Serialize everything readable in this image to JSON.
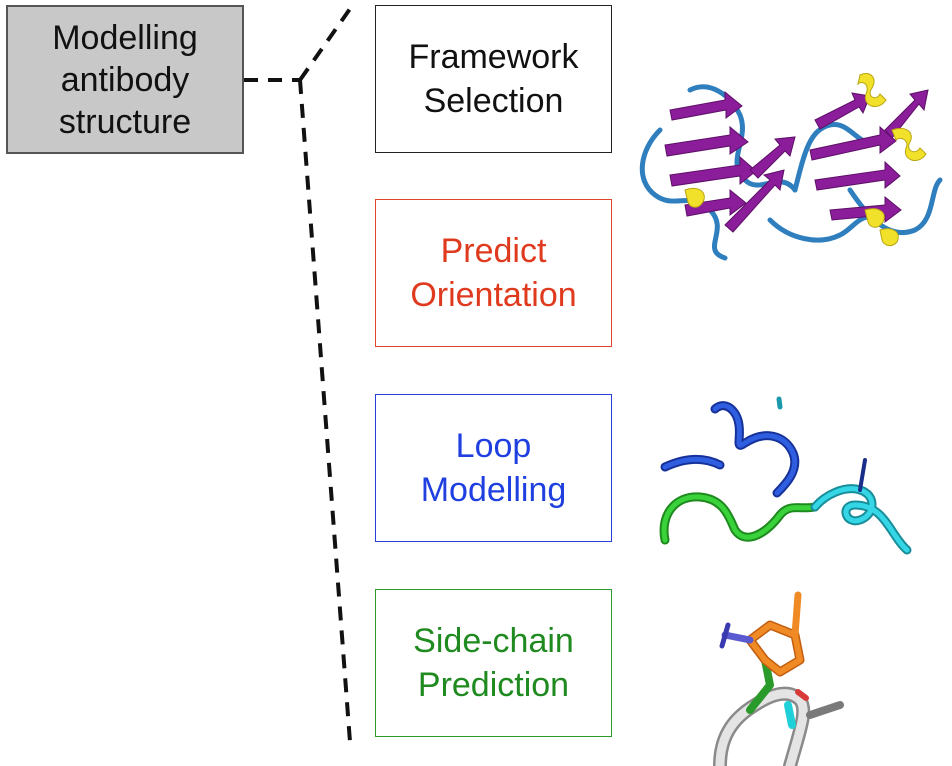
{
  "root": {
    "label": "Modelling\nantibody\nstructure"
  },
  "steps": [
    {
      "label": "Framework\nSelection",
      "color": "#111111"
    },
    {
      "label": "Predict\nOrientation",
      "color": "#e03a1e"
    },
    {
      "label": "Loop\nModelling",
      "color": "#1f3fe0"
    },
    {
      "label": "Side-chain\nPrediction",
      "color": "#1f8a1f"
    }
  ],
  "illustrations": [
    {
      "name": "antibody-framework-ribbon",
      "colors": [
        "#8b1c9a",
        "#2f7fbf",
        "#f2e12a"
      ]
    },
    {
      "name": "loop-tubes",
      "colors": [
        "#1f4fc8",
        "#2fc02f",
        "#29c6d6"
      ]
    },
    {
      "name": "side-chain-sticks",
      "colors": [
        "#ef7f1a",
        "#6a6acf",
        "#8f8f8f",
        "#1fd0d8"
      ]
    }
  ]
}
